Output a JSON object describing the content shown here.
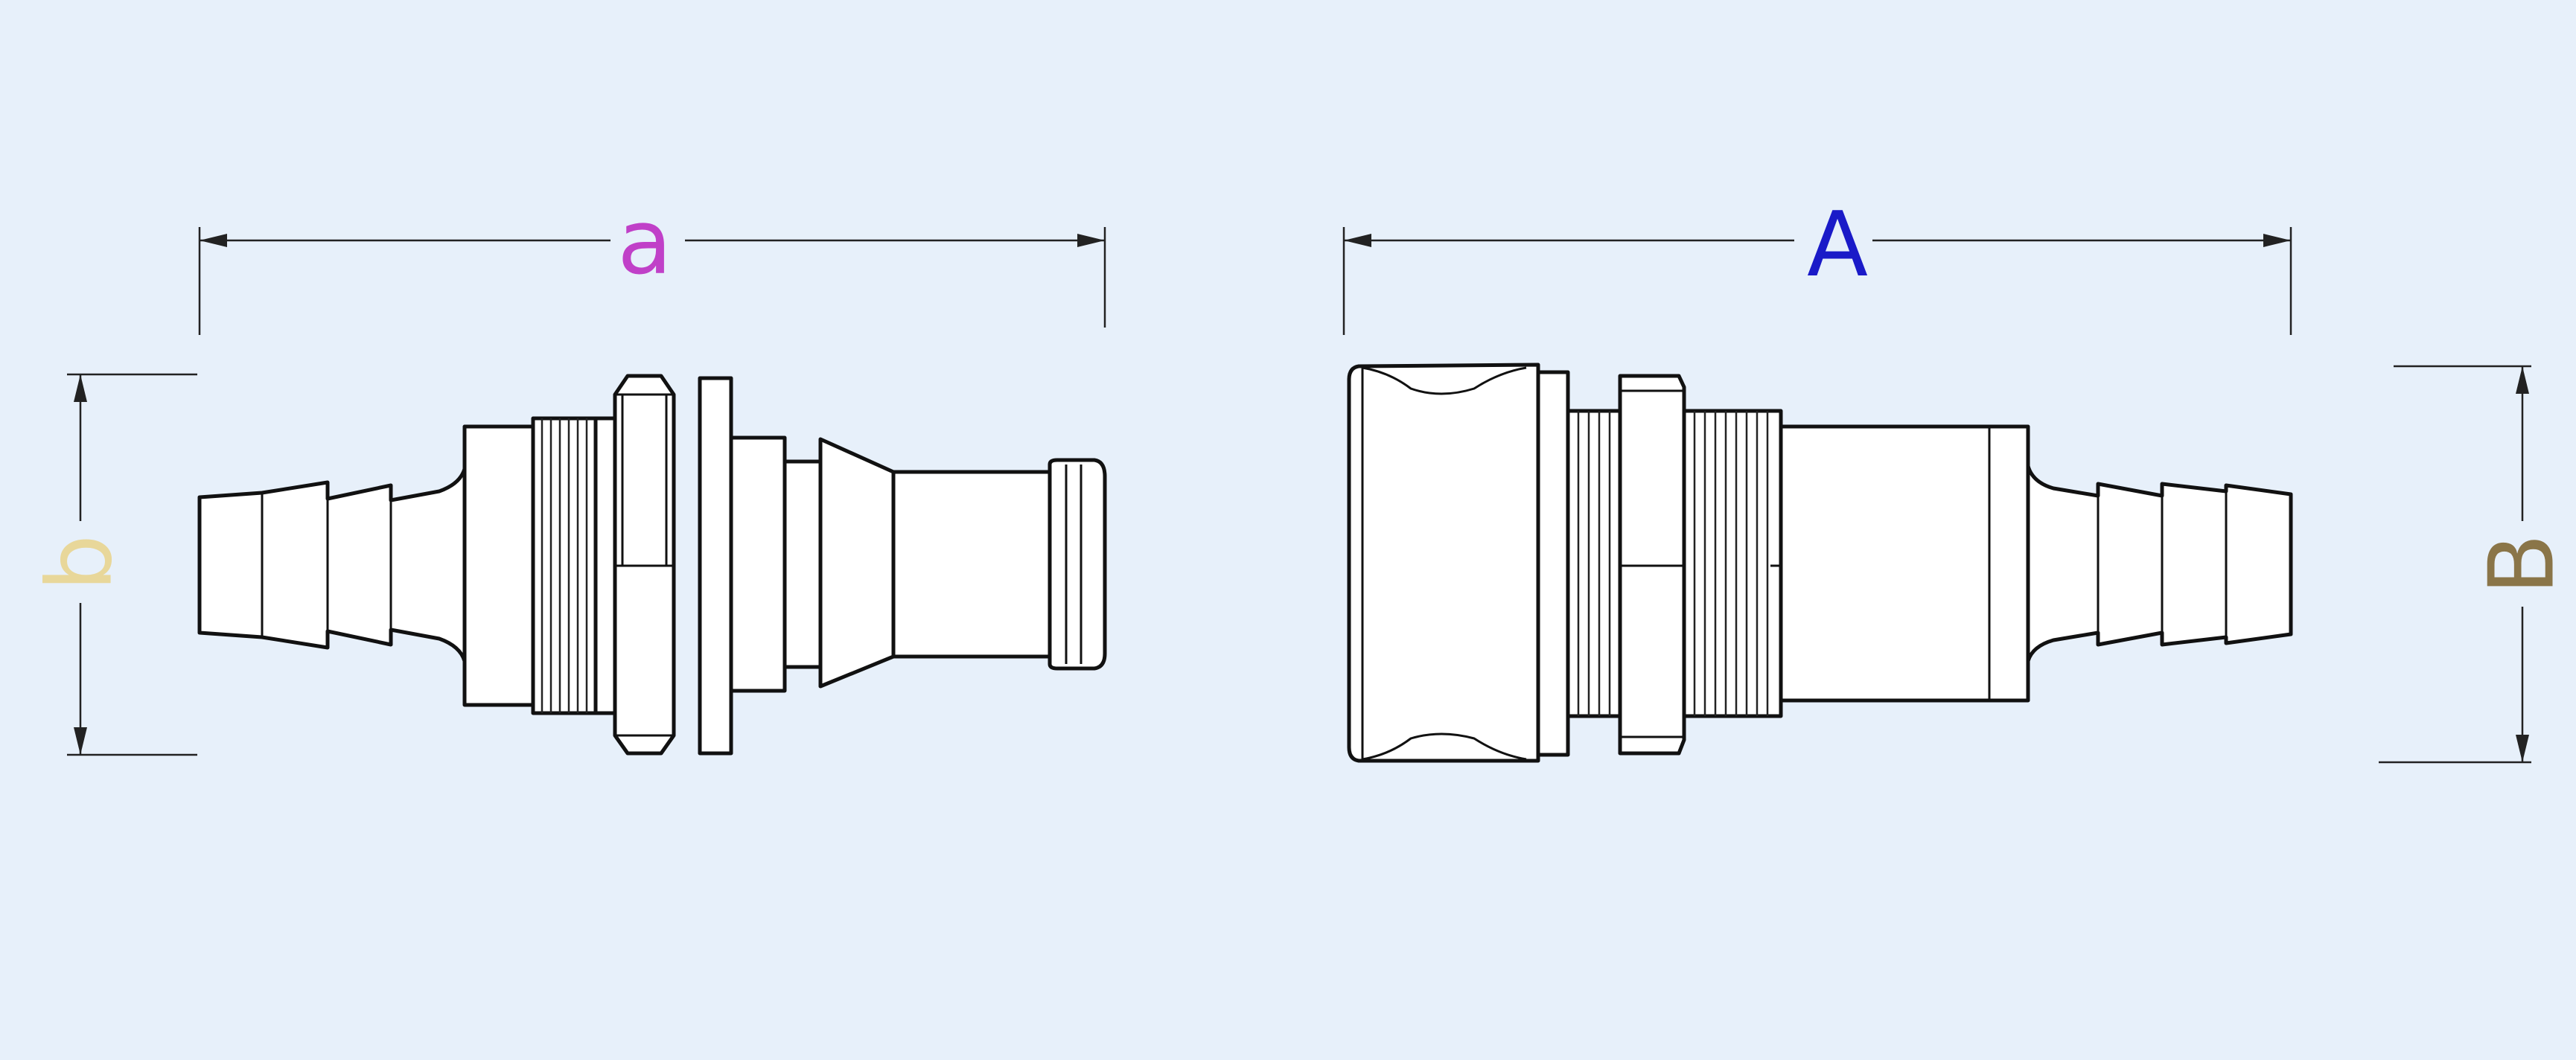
{
  "dimensions": {
    "a": {
      "label": "a",
      "color": "#c040c8"
    },
    "A": {
      "label": "A",
      "color": "#1a1ac8"
    },
    "b": {
      "label": "b",
      "color": "#e8d79a"
    },
    "B": {
      "label": "B",
      "color": "#8a7548"
    }
  },
  "colors": {
    "background": "#e7f0fa",
    "outline": "#111111",
    "part_fill": "#ffffff"
  }
}
